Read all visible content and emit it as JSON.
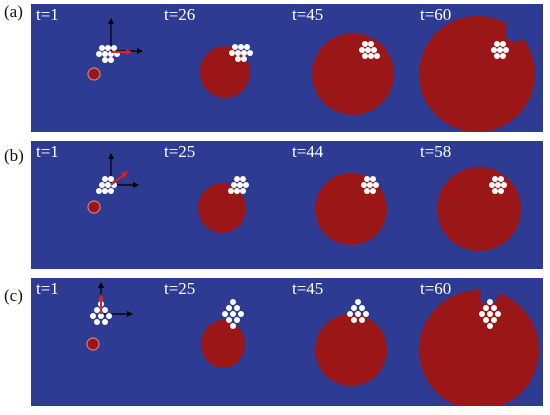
{
  "figure": {
    "rows": [
      {
        "label": "(a)",
        "panels": [
          {
            "time_label": "t=1",
            "axes": true,
            "droplet_size": "seed",
            "arrow": "horizontal-right"
          },
          {
            "time_label": "t=26",
            "axes": false,
            "droplet_size": "small"
          },
          {
            "time_label": "t=45",
            "axes": false,
            "droplet_size": "medium"
          },
          {
            "time_label": "t=60",
            "axes": false,
            "droplet_size": "large"
          }
        ]
      },
      {
        "label": "(b)",
        "panels": [
          {
            "time_label": "t=1",
            "axes": true,
            "droplet_size": "seed",
            "arrow": "diagonal-up-right"
          },
          {
            "time_label": "t=25",
            "axes": false,
            "droplet_size": "small"
          },
          {
            "time_label": "t=44",
            "axes": false,
            "droplet_size": "medium"
          },
          {
            "time_label": "t=58",
            "axes": false,
            "droplet_size": "medium-large"
          }
        ]
      },
      {
        "label": "(c)",
        "panels": [
          {
            "time_label": "t=1",
            "axes": true,
            "droplet_size": "seed",
            "arrow": "vertical-up"
          },
          {
            "time_label": "t=25",
            "axes": false,
            "droplet_size": "small"
          },
          {
            "time_label": "t=45",
            "axes": false,
            "droplet_size": "medium"
          },
          {
            "time_label": "t=60",
            "axes": false,
            "droplet_size": "large"
          }
        ]
      }
    ]
  },
  "colors": {
    "background": "#2e3b93",
    "droplet": "#9b1616",
    "particles": "#ffffff",
    "arrow": "#e02020",
    "axes": "#000000"
  }
}
